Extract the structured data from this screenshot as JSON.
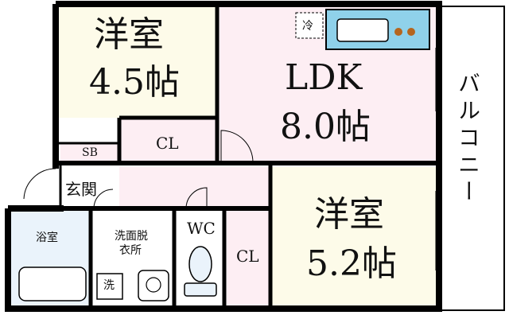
{
  "rooms": {
    "western_a": {
      "name": "洋室",
      "size": "4.5帖"
    },
    "ldk": {
      "name": "LDK",
      "size": "8.0帖"
    },
    "western_b": {
      "name": "洋室",
      "size": "5.2帖"
    },
    "closet_a": "CL",
    "closet_b": "CL",
    "shoe_box": "SB",
    "entrance": "玄関",
    "bath": "浴室",
    "washroom_line1": "洗面脱",
    "washroom_line2": "衣所",
    "toilet": "WC",
    "balcony": "バルコニー"
  },
  "fixtures": {
    "fridge": "冷",
    "washer": "洗",
    "stove_burners": 2
  },
  "colors": {
    "western_room": "#fdfbe9",
    "ldk": "#fdeef3",
    "wet_area": "#eaf3fb",
    "wall": "#000000",
    "kitchen_counter": "#8fd1ea",
    "burner": "#b5651d"
  }
}
